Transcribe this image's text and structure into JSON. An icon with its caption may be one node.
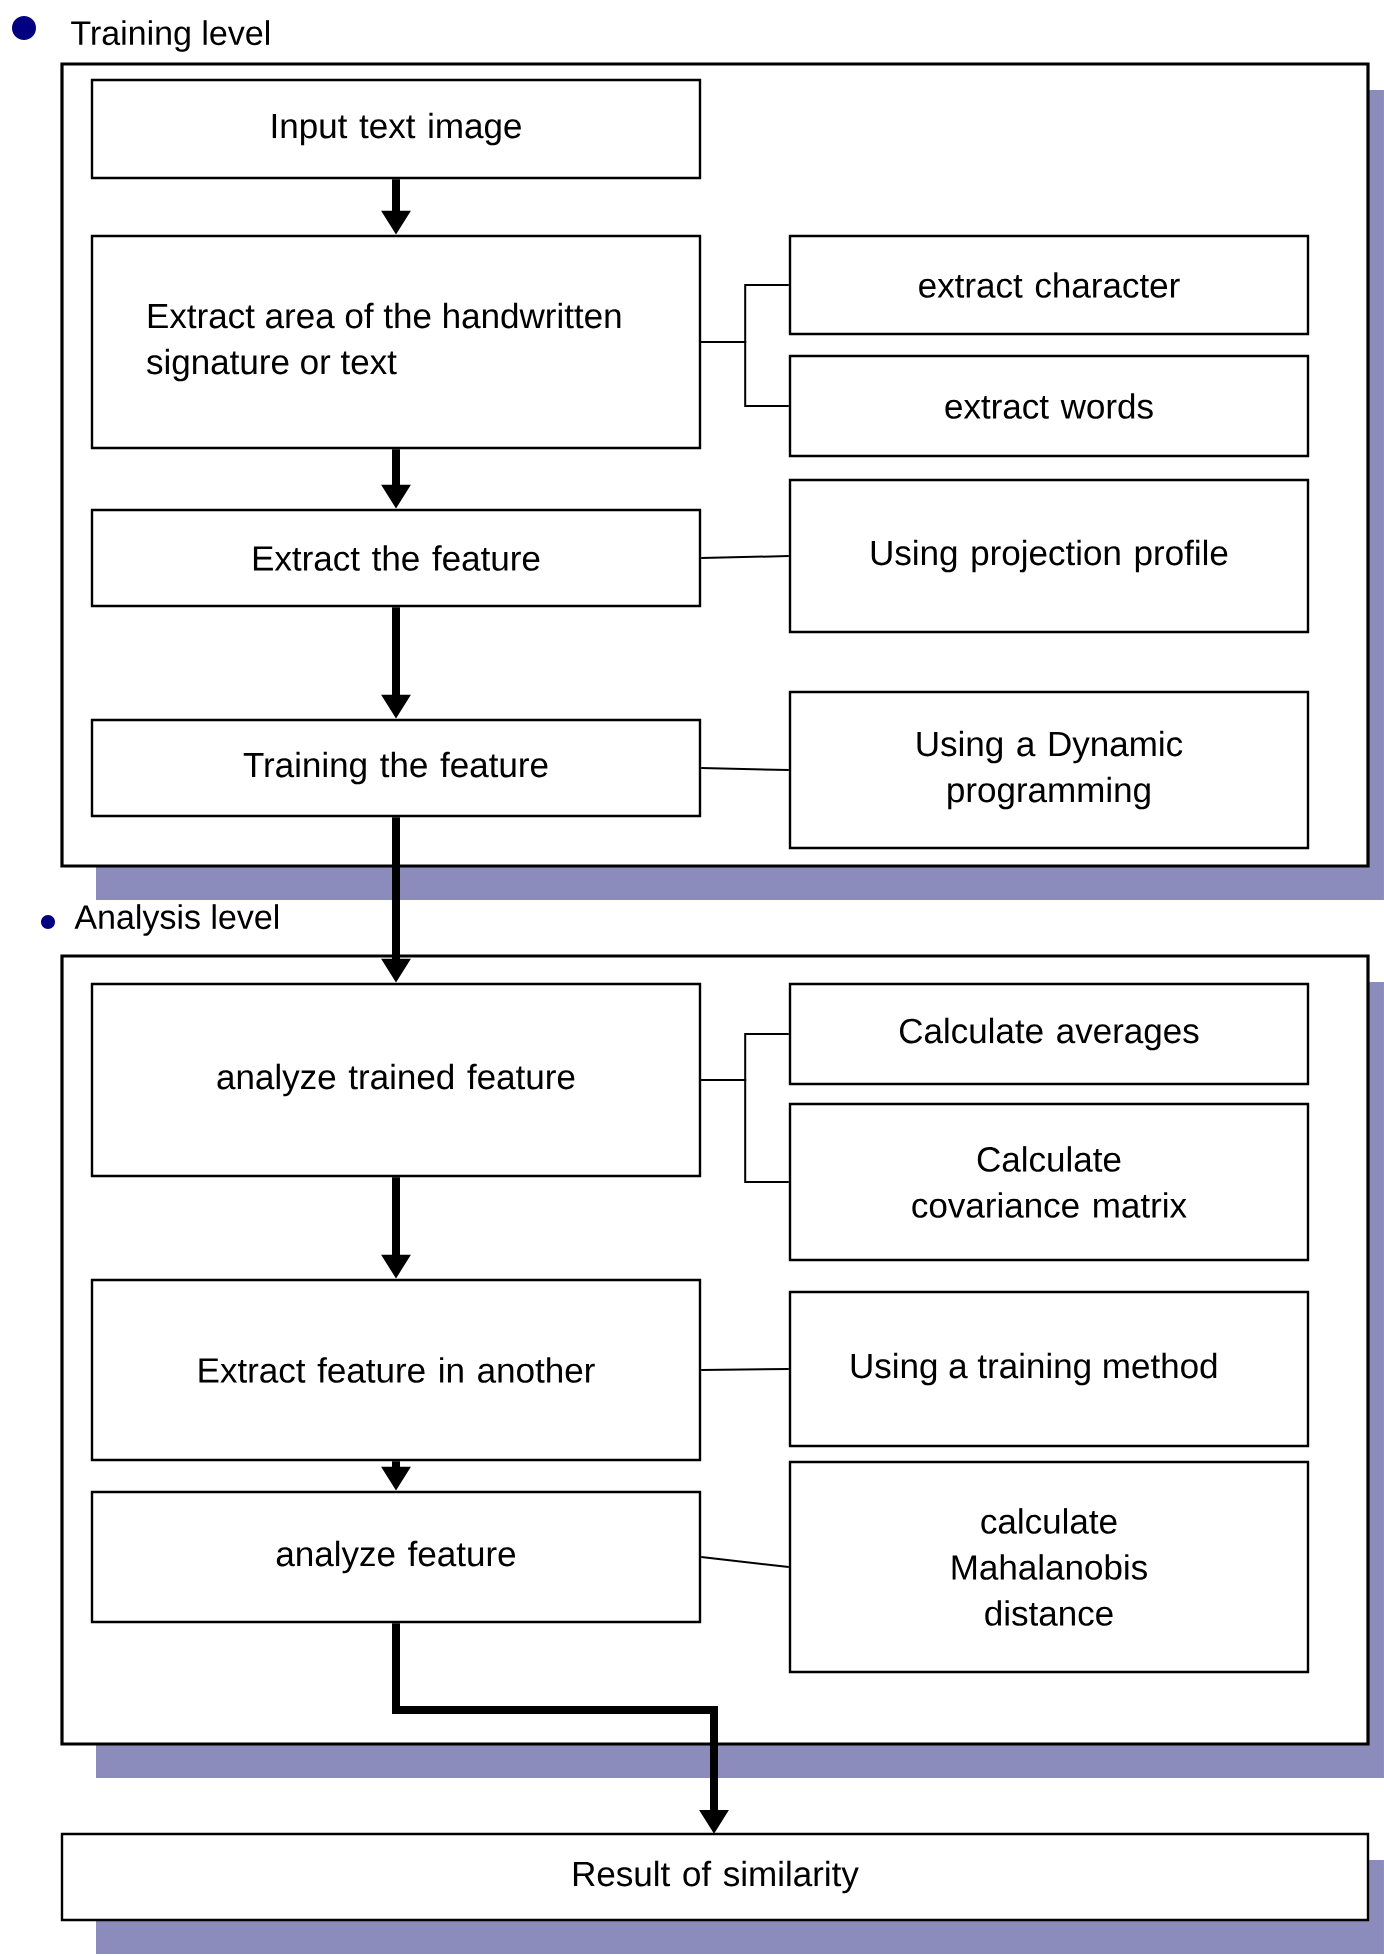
{
  "diagram": {
    "nodes": [
      {
        "text": [
          "Training level"
        ]
      },
      {
        "text": [
          "Input text image"
        ],
        "in": 0
      },
      {
        "text": [
          "Extract area of the handwritten signature or text"
        ],
        "in": 0
      },
      {
        "text": [
          "extract character"
        ],
        "in": 0
      },
      {
        "text": [
          "extract words"
        ],
        "in": 0
      },
      {
        "text": [
          "Extract the feature"
        ],
        "in": 0
      },
      {
        "text": [
          "Using projection profile"
        ],
        "in": 0
      },
      {
        "text": [
          "Training the feature"
        ],
        "in": 0
      },
      {
        "text": [
          "Using a Dynamic programming"
        ],
        "in": 0
      },
      {
        "text": [
          "Analysis level"
        ]
      },
      {
        "text": [
          "analyze trained feature"
        ],
        "in": 9
      },
      {
        "text": [
          "Calculate averages"
        ],
        "in": 9
      },
      {
        "text": [
          "Calculate covariance matrix"
        ],
        "in": 9
      },
      {
        "text": [
          "Extract feature in another"
        ],
        "in": 9
      },
      {
        "text": [
          "Using a training method"
        ],
        "in": 9
      },
      {
        "text": [
          "analyze feature"
        ],
        "in": 9
      },
      {
        "text": [
          "calculate Mahalanobis distance"
        ],
        "in": 9
      },
      {
        "text": [
          "Result of similarity"
        ]
      }
    ],
    "edges": [
      {
        "from": 1,
        "to": 2,
        "arrow": "to",
        "style": "thick"
      },
      {
        "from": 2,
        "to": 3,
        "arrow": "none"
      },
      {
        "from": 2,
        "to": 4,
        "arrow": "none"
      },
      {
        "from": 2,
        "to": 5,
        "arrow": "to",
        "style": "thick"
      },
      {
        "from": 5,
        "to": 6,
        "arrow": "none"
      },
      {
        "from": 5,
        "to": 7,
        "arrow": "to",
        "style": "thick"
      },
      {
        "from": 7,
        "to": 8,
        "arrow": "none"
      },
      {
        "from": 7,
        "to": 10,
        "arrow": "to",
        "style": "thick"
      },
      {
        "from": 10,
        "to": 11,
        "arrow": "none"
      },
      {
        "from": 10,
        "to": 12,
        "arrow": "none"
      },
      {
        "from": 10,
        "to": 13,
        "arrow": "to",
        "style": "thick"
      },
      {
        "from": 13,
        "to": 14,
        "arrow": "none"
      },
      {
        "from": 13,
        "to": 15,
        "arrow": "to",
        "style": "thick"
      },
      {
        "from": 15,
        "to": 16,
        "arrow": "none"
      },
      {
        "from": 15,
        "to": 17,
        "arrow": "to",
        "style": "thick"
      }
    ]
  }
}
